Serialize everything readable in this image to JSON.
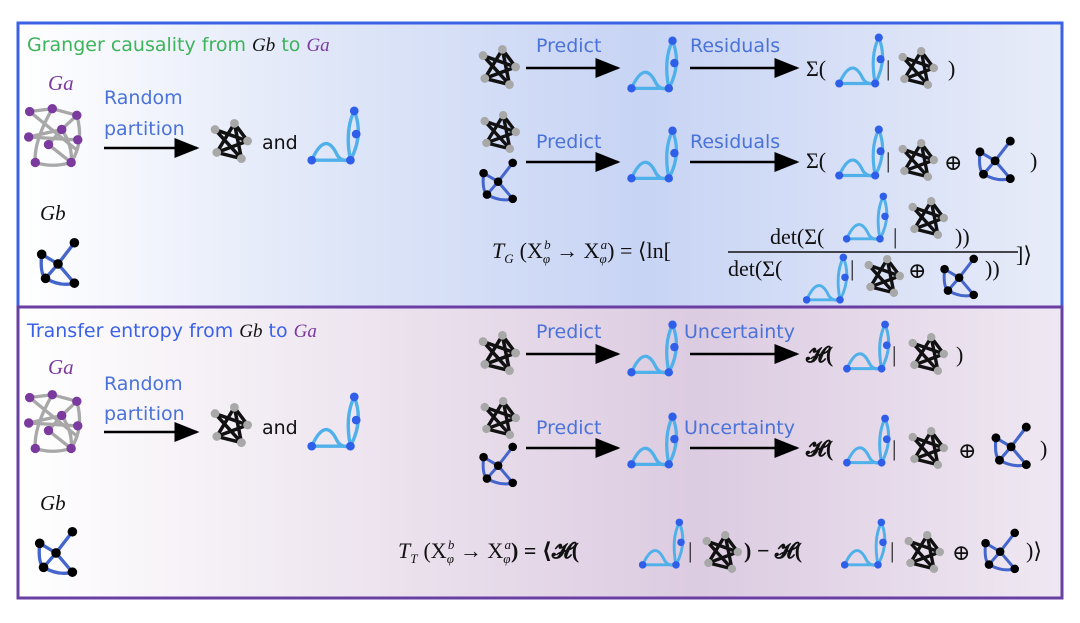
{
  "colors": {
    "granger_border": "#3b62e6",
    "transfer_border": "#6a3fa3",
    "granger_title": "#3db35a",
    "transfer_title": "#3b62e6",
    "label_blue": "#4a72d8",
    "node_purple": "#7a3a9e",
    "node_blue": "#2f5fe8",
    "edge_lightblue": "#4fb0ea",
    "node_gray": "#a8a8a8"
  },
  "granger": {
    "title_prefix": "Granger causality from ",
    "from": "Gb",
    "to_word": " to ",
    "to": "Ga",
    "ga_label": "Ga",
    "gb_label": "Gb",
    "random": "Random",
    "partition": "partition",
    "and": "and",
    "predict": "Predict",
    "residuals": "Residuals",
    "sigma_open": "Σ(",
    "bar": "|",
    "close": ")",
    "oplus": "⊕",
    "formula": {
      "lhs": "T",
      "lhs_sub": "G",
      "arg": "(X",
      "arg_sub": "φ",
      "arg_sup_b": "b",
      "arrow": " → X",
      "arg_sup_a": "a",
      "rhs_open": ") = ⟨ln[",
      "num": "det(Σ(",
      "num_close": "))",
      "den": "det(Σ(",
      "den_close": "))",
      "rhs_close": "]⟩"
    }
  },
  "transfer": {
    "title_prefix": "Transfer entropy from ",
    "from": "Gb",
    "to_word": " to ",
    "to": "Ga",
    "ga_label": "Ga",
    "gb_label": "Gb",
    "random": "Random",
    "partition": "partition",
    "and": "and",
    "predict": "Predict",
    "uncertainty": "Uncertainty",
    "h_open": "𝓗(",
    "bar": "|",
    "close": ")",
    "oplus": "⊕",
    "formula": {
      "lhs": "T",
      "lhs_sub": "T",
      "arg": "(X",
      "arg_sub": "φ",
      "arg_sup_b": "b",
      "arrow": " → X",
      "arg_sup_a": "a",
      "rhs_open": ") = ⟨𝓗(",
      "minus": ")  − 𝓗(",
      "rhs_close": ")⟩"
    }
  }
}
